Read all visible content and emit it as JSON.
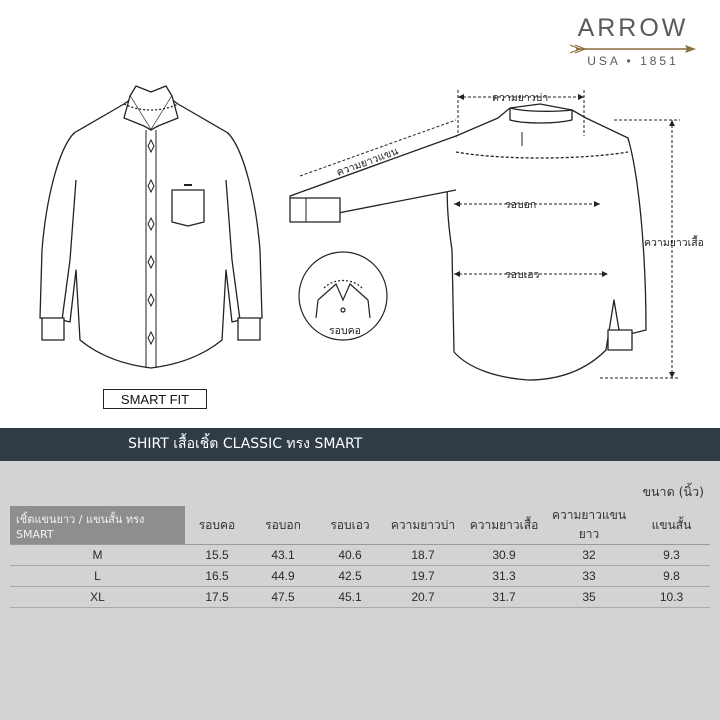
{
  "brand": {
    "name": "ARROW",
    "sub": "USA • 1851",
    "color": "#5a5a5a",
    "arrow_color": "#8c6d3f"
  },
  "diagram": {
    "fit_label": "SMART FIT",
    "labels": {
      "shoulder": "ความยาวบ่า",
      "sleeve": "ความยาวแขน",
      "chest": "รอบอก",
      "waist": "รอบเอว",
      "length": "ความยาวเสื้อ",
      "collar": "รอบคอ"
    }
  },
  "banner": {
    "title": "SHIRT เสื้อเชิ้ต CLASSIC ทรง SMART",
    "color": "#2f3b45"
  },
  "size_table": {
    "unit_label": "ขนาด (นิ้ว)",
    "columns": [
      "เชิ้ตแขนยาว / แขนสั้น ทรง SMART",
      "รอบคอ",
      "รอบอก",
      "รอบเอว",
      "ความยาวบ่า",
      "ความยาวเสื้อ",
      "ความยาวแขนยาว",
      "แขนสั้น"
    ],
    "rows": [
      {
        "size": "M",
        "values": [
          "15.5",
          "43.1",
          "40.6",
          "18.7",
          "30.9",
          "32",
          "9.3"
        ]
      },
      {
        "size": "L",
        "values": [
          "16.5",
          "44.9",
          "42.5",
          "19.7",
          "31.3",
          "33",
          "9.8"
        ]
      },
      {
        "size": "XL",
        "values": [
          "17.5",
          "47.5",
          "45.1",
          "20.7",
          "31.7",
          "35",
          "10.3"
        ]
      }
    ]
  }
}
